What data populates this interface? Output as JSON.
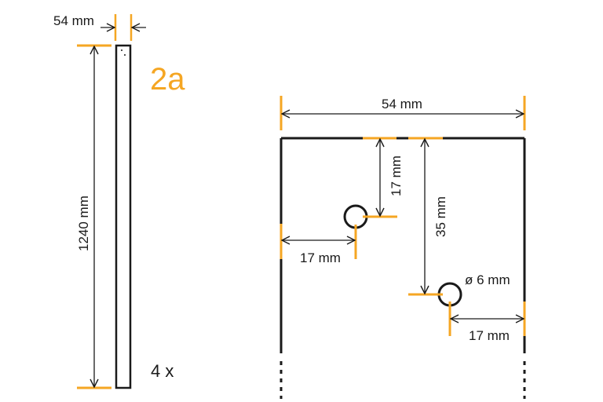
{
  "colors": {
    "accent": "#f5a623",
    "line": "#1a1a1a",
    "background": "#ffffff"
  },
  "part": {
    "label": "2a",
    "quantity": "4 x",
    "width_label": "54  mm",
    "length_label": "1240 mm"
  },
  "detail": {
    "width_label": "54 mm",
    "hole1_top_offset": "17 mm",
    "hole1_side_offset": "17 mm",
    "hole2_top_offset": "35 mm",
    "hole2_side_offset": "17 mm",
    "hole_diameter": "ø 6 mm"
  }
}
